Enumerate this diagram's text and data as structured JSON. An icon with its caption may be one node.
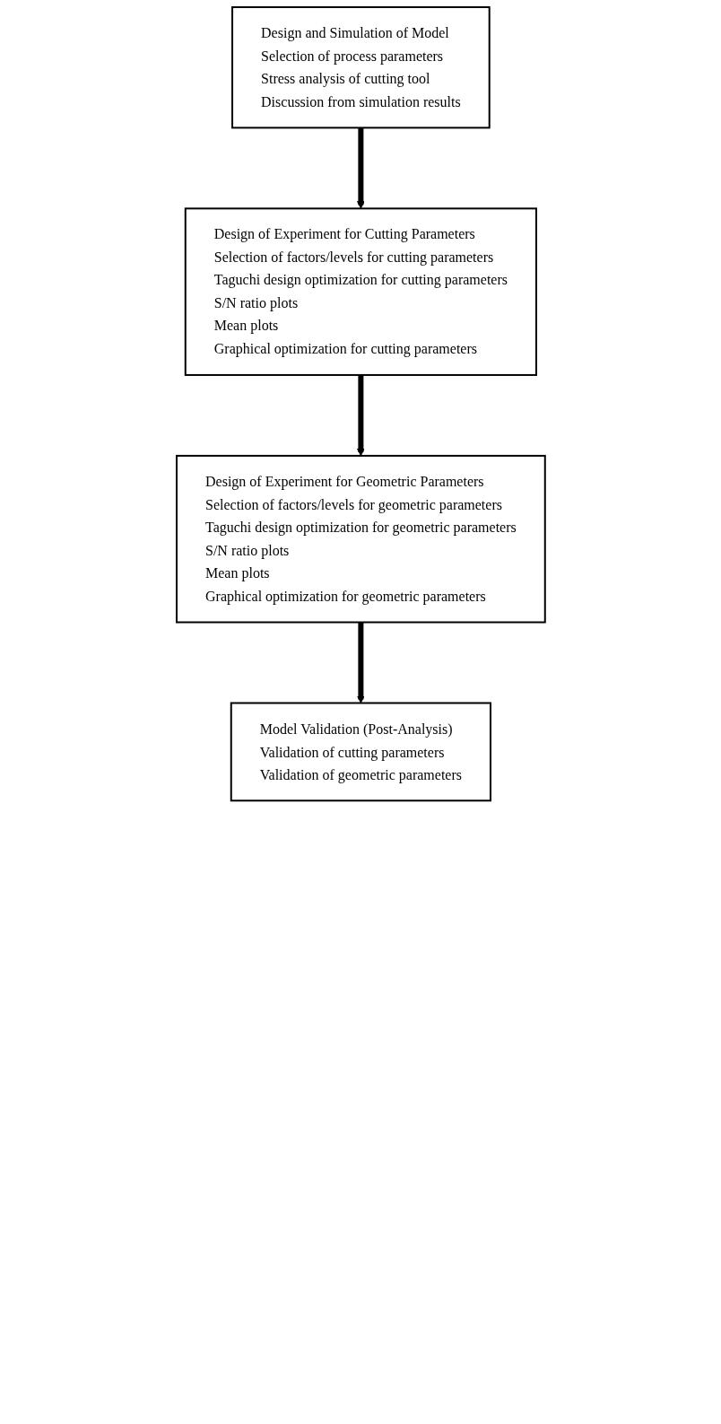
{
  "diagram": {
    "nodes": [
      {
        "text": [
          "Design and Simulation of Model",
          "Selection of process parameters",
          "Stress analysis of cutting tool",
          "Discussion from simulation results"
        ]
      },
      {
        "text": [
          "Design of Experiment for Cutting Parameters",
          "Selection of factors/levels for cutting parameters",
          "Taguchi design optimization for cutting parameters",
          "S/N ratio plots",
          "Mean plots",
          "Graphical optimization for cutting parameters"
        ]
      },
      {
        "text": [
          "Design of Experiment for Geometric Parameters",
          "Selection of factors/levels for geometric parameters",
          "Taguchi design optimization for geometric parameters",
          "S/N ratio plots",
          "Mean plots",
          "Graphical optimization for geometric parameters"
        ]
      },
      {
        "text": [
          "Model Validation (Post-Analysis)",
          "Validation of cutting parameters",
          "Validation of geometric parameters"
        ]
      }
    ],
    "edges": [
      {
        "from": 0,
        "to": 1,
        "arrow": "to"
      },
      {
        "from": 1,
        "to": 2,
        "arrow": "to"
      },
      {
        "from": 2,
        "to": 3,
        "arrow": "to"
      }
    ]
  }
}
